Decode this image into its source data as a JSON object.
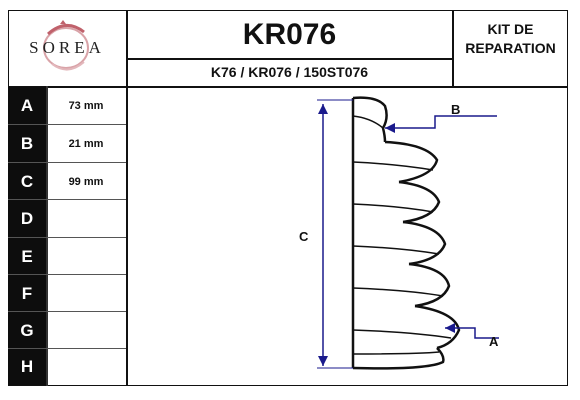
{
  "brand": {
    "name": "SOREA"
  },
  "header": {
    "title": "KR076",
    "subtitle": "K76 / KR076 / 150ST076",
    "kit_line1": "KIT DE",
    "kit_line2": "REPARATION"
  },
  "dimensions": [
    {
      "letter": "A",
      "value": "73 mm"
    },
    {
      "letter": "B",
      "value": "21 mm"
    },
    {
      "letter": "C",
      "value": "99 mm"
    },
    {
      "letter": "D",
      "value": ""
    },
    {
      "letter": "E",
      "value": ""
    },
    {
      "letter": "F",
      "value": ""
    },
    {
      "letter": "G",
      "value": ""
    },
    {
      "letter": "H",
      "value": ""
    }
  ],
  "drawing": {
    "label_a": "A",
    "label_b": "B",
    "label_c": "C",
    "arrow_color": "#1a1a8c"
  }
}
